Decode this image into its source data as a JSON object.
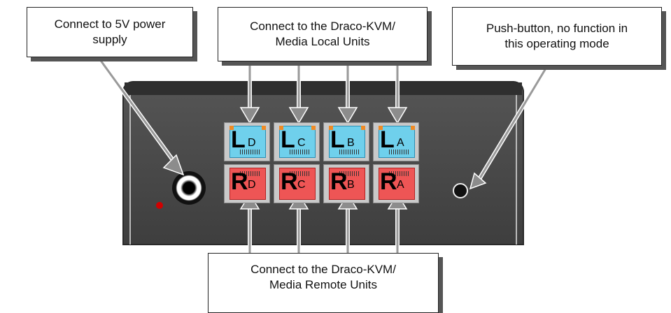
{
  "callouts": {
    "power": "Connect to 5V power\nsupply",
    "local_units": "Connect to the Draco-KVM/\nMedia Local Units",
    "push_button": "Push-button, no function in\nthis operating mode",
    "remote_units": "Connect to the Draco-KVM/\nMedia Remote Units"
  },
  "ports": {
    "local": [
      {
        "letter": "L",
        "sub": "D"
      },
      {
        "letter": "L",
        "sub": "C"
      },
      {
        "letter": "L",
        "sub": "B"
      },
      {
        "letter": "L",
        "sub": "A"
      }
    ],
    "remote": [
      {
        "letter": "R",
        "sub": "D"
      },
      {
        "letter": "R",
        "sub": "C"
      },
      {
        "letter": "R",
        "sub": "B"
      },
      {
        "letter": "R",
        "sub": "A"
      }
    ]
  },
  "colors": {
    "panel": "#4a4a4a",
    "panel_top": "#2f2f2f",
    "local_jack": "#6fd0ec",
    "remote_jack": "#ee5555",
    "led": "#d00000"
  }
}
